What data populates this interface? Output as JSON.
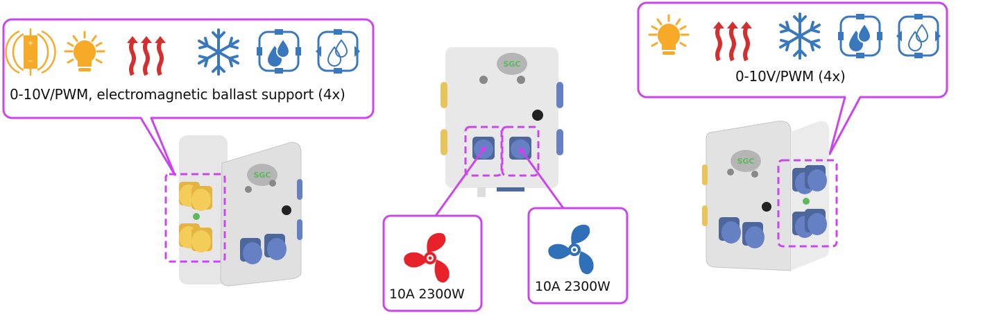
{
  "colors": {
    "accent": "#cc44ee",
    "amber": "#f7a928",
    "heat": "#d32f2f",
    "blue": "#3a78bd",
    "socket": "#6680c4",
    "yellow": "#f4cc5a",
    "fan_red": "#e8222a",
    "fan_blue": "#2f70b8"
  },
  "left_callout": {
    "icons": [
      "electromagnetic-ballast-icon",
      "light-bulb-icon",
      "heating-icon",
      "cooling-snowflake-icon",
      "humidifier-icon",
      "dehumidifier-icon"
    ],
    "caption": "0-10V/PWM, electromagnetic ballast support (4x)"
  },
  "right_callout": {
    "icons": [
      "light-bulb-icon",
      "heating-icon",
      "cooling-snowflake-icon",
      "humidifier-icon",
      "dehumidifier-icon"
    ],
    "caption": "0-10V/PWM (4x)"
  },
  "fan_left": {
    "icon": "fan-red-icon",
    "caption": "10A 2300W"
  },
  "fan_right": {
    "icon": "fan-blue-icon",
    "caption": "10A 2300W"
  },
  "logo_text": "SGC"
}
